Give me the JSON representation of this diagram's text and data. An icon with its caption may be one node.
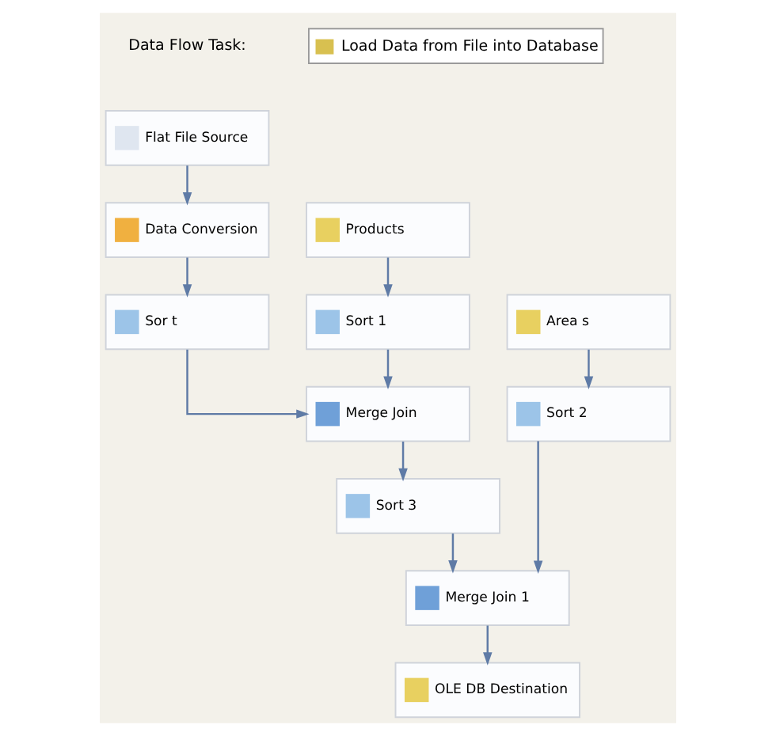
{
  "diagram": {
    "nodes": [
      {
        "text": [
          "Flat File Source"
        ]
      },
      {
        "text": [
          "Data Conversion"
        ]
      },
      {
        "text": [
          "Products"
        ]
      },
      {
        "text": [
          "Sor t"
        ]
      },
      {
        "text": [
          "Sort 1"
        ]
      },
      {
        "text": [
          "Area s"
        ]
      },
      {
        "text": [
          "Merge Join"
        ]
      },
      {
        "text": [
          "Sort 2"
        ]
      },
      {
        "text": [
          "Sort 3"
        ]
      },
      {
        "text": [
          "Merge Join 1"
        ]
      },
      {
        "text": [
          "OLE DB Destination"
        ]
      }
    ],
    "edges": [
      {
        "from": 0,
        "to": 1,
        "arrow": "to"
      },
      {
        "from": 1,
        "to": 3,
        "arrow": "to"
      },
      {
        "from": 2,
        "to": 4,
        "arrow": "to"
      },
      {
        "from": 3,
        "to": 6,
        "arrow": "to"
      },
      {
        "from": 4,
        "to": 6,
        "arrow": "to"
      },
      {
        "from": 5,
        "to": 7,
        "arrow": "to"
      },
      {
        "from": 6,
        "to": 8,
        "arrow": "to"
      },
      {
        "from": 8,
        "to": 9,
        "arrow": "to"
      },
      {
        "from": 7,
        "to": 9,
        "arrow": "to"
      },
      {
        "from": 9,
        "to": 10,
        "arrow": "to"
      }
    ],
    "labels": [
      "Data Flow Task:",
      "Load Data from File into Database"
    ]
  }
}
